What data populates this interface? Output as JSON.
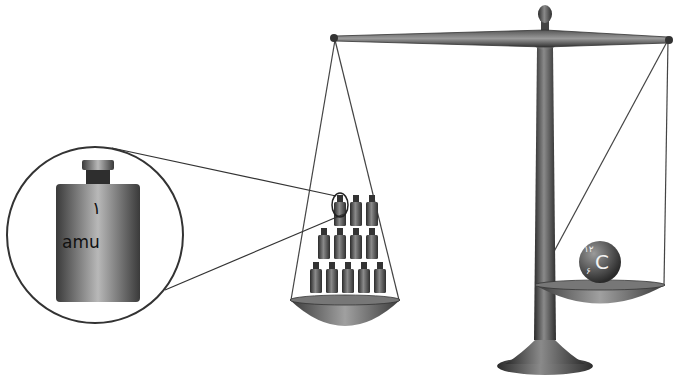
{
  "diagram": {
    "nodes": [
      {
        "text": [
          "۱",
          "amu"
        ]
      },
      {
        "text": [
          "۱۲",
          "C",
          "۶"
        ]
      }
    ]
  }
}
